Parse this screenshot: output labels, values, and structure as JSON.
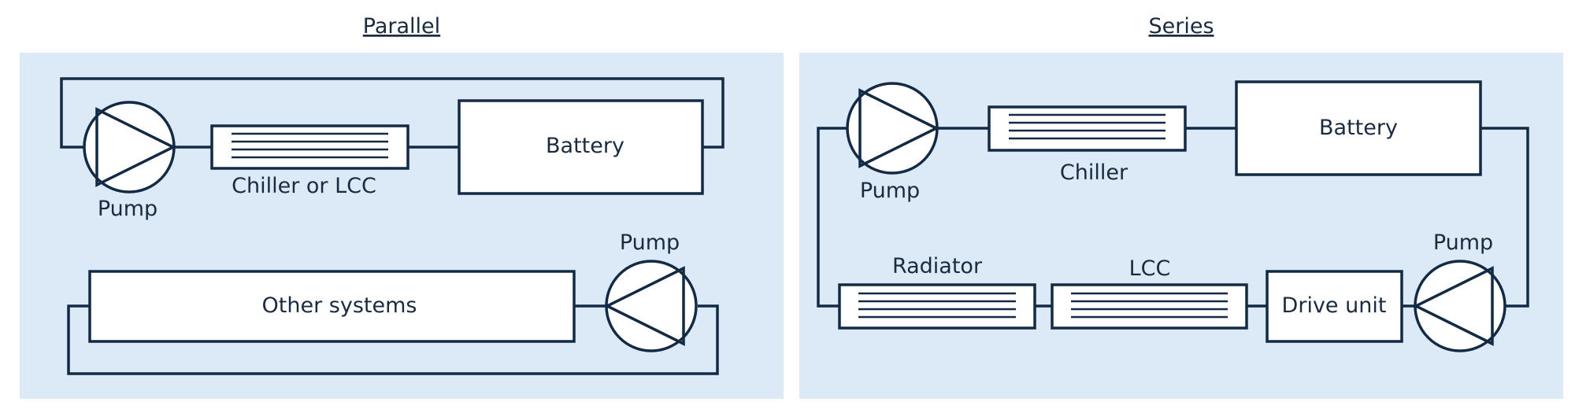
{
  "colors": {
    "panel": "#dce9f6",
    "stroke": "#132a45",
    "text": "#1a2b40"
  },
  "parallel": {
    "title": "Parallel",
    "pump_top": "Pump",
    "chiller": "Chiller or LCC",
    "battery": "Battery",
    "other": "Other systems",
    "pump_bottom": "Pump"
  },
  "series": {
    "title": "Series",
    "pump_top": "Pump",
    "chiller": "Chiller",
    "battery": "Battery",
    "radiator": "Radiator",
    "lcc": "LCC",
    "drive": "Drive unit",
    "pump_bottom": "Pump"
  }
}
